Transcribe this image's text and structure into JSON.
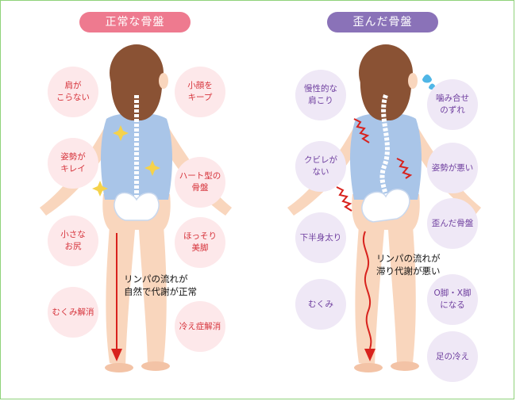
{
  "colors": {
    "good_title_bg": "#ee7a8f",
    "bad_title_bg": "#8a72b8",
    "good_bubble_bg": "#fde8ea",
    "bad_bubble_bg": "#efe8f6",
    "skin": "#f9d6bd",
    "hair": "#8a5234",
    "top": "#a9c5e8",
    "arrow": "#d8221d"
  },
  "left": {
    "title": "正常な骨盤",
    "bubbles": [
      "肩が\nこらない",
      "姿勢が\nキレイ",
      "小さな\nお尻",
      "むくみ解消",
      "小顔を\nキープ",
      "ハート型の\n骨盤",
      "ほっそり\n美脚",
      "冷え症解消"
    ],
    "note": "リンパの流れが\n自然で代謝が正常"
  },
  "right": {
    "title": "歪んだ骨盤",
    "bubbles": [
      "慢性的な\n肩こり",
      "クビレが\nない",
      "下半身太り",
      "むくみ",
      "噛み合せ\nのずれ",
      "姿勢が悪い",
      "歪んだ骨盤",
      "O脚・X脚\nになる",
      "足の冷え"
    ],
    "note": "リンパの流れが\n滞り代謝が悪い"
  }
}
